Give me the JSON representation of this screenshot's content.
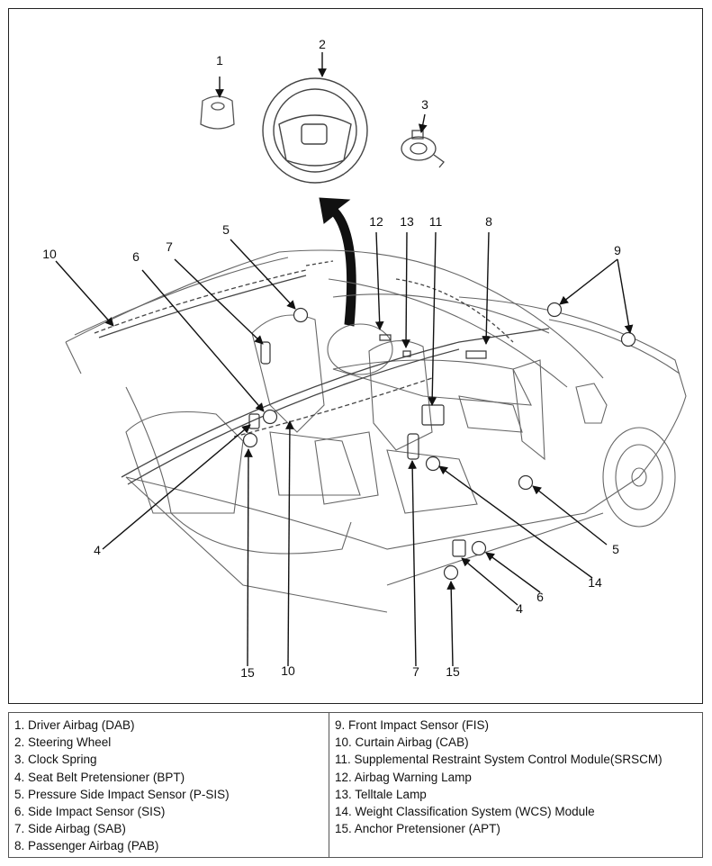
{
  "callouts": {
    "c1": "1",
    "c2": "2",
    "c3": "3",
    "c5a": "5",
    "c7a": "7",
    "c6a": "6",
    "c10a": "10",
    "c12": "12",
    "c13": "13",
    "c11": "11",
    "c8": "8",
    "c9": "9",
    "c4a": "4",
    "c15a": "15",
    "c10b": "10",
    "c7b": "7",
    "c15b": "15",
    "c4b": "4",
    "c6b": "6",
    "c5b": "5",
    "c14": "14"
  },
  "legend": {
    "left": [
      "1. Driver Airbag (DAB)",
      "2. Steering Wheel",
      "3. Clock Spring",
      "4. Seat Belt Pretensioner (BPT)",
      "5. Pressure Side Impact Sensor (P-SIS)",
      "6. Side Impact Sensor (SIS)",
      "7. Side Airbag (SAB)",
      "8. Passenger Airbag (PAB)"
    ],
    "right": [
      "9. Front Impact Sensor (FIS)",
      "10. Curtain Airbag (CAB)",
      "11. Supplemental Restraint System Control Module(SRSCM)",
      "12. Airbag Warning Lamp",
      "13. Telltale Lamp",
      "14. Weight Classification System (WCS) Module",
      "15. Anchor Pretensioner (APT)"
    ]
  }
}
